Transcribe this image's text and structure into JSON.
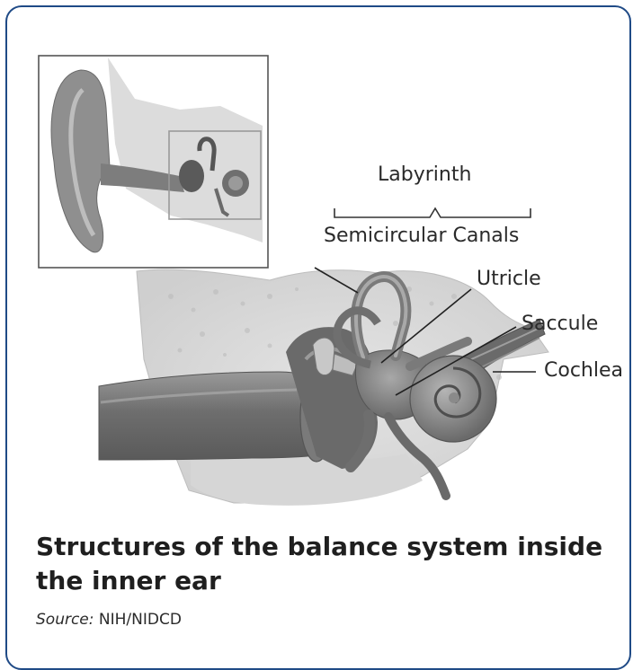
{
  "labels": {
    "labyrinth": "Labyrinth",
    "semicircular": "Semicircular Canals",
    "utricle": "Utricle",
    "saccule": "Saccule",
    "cochlea": "Cochlea"
  },
  "caption": {
    "title": "Structures of the balance system inside the inner ear",
    "source_prefix": "Source:",
    "source_value": "NIH/NIDCD"
  }
}
